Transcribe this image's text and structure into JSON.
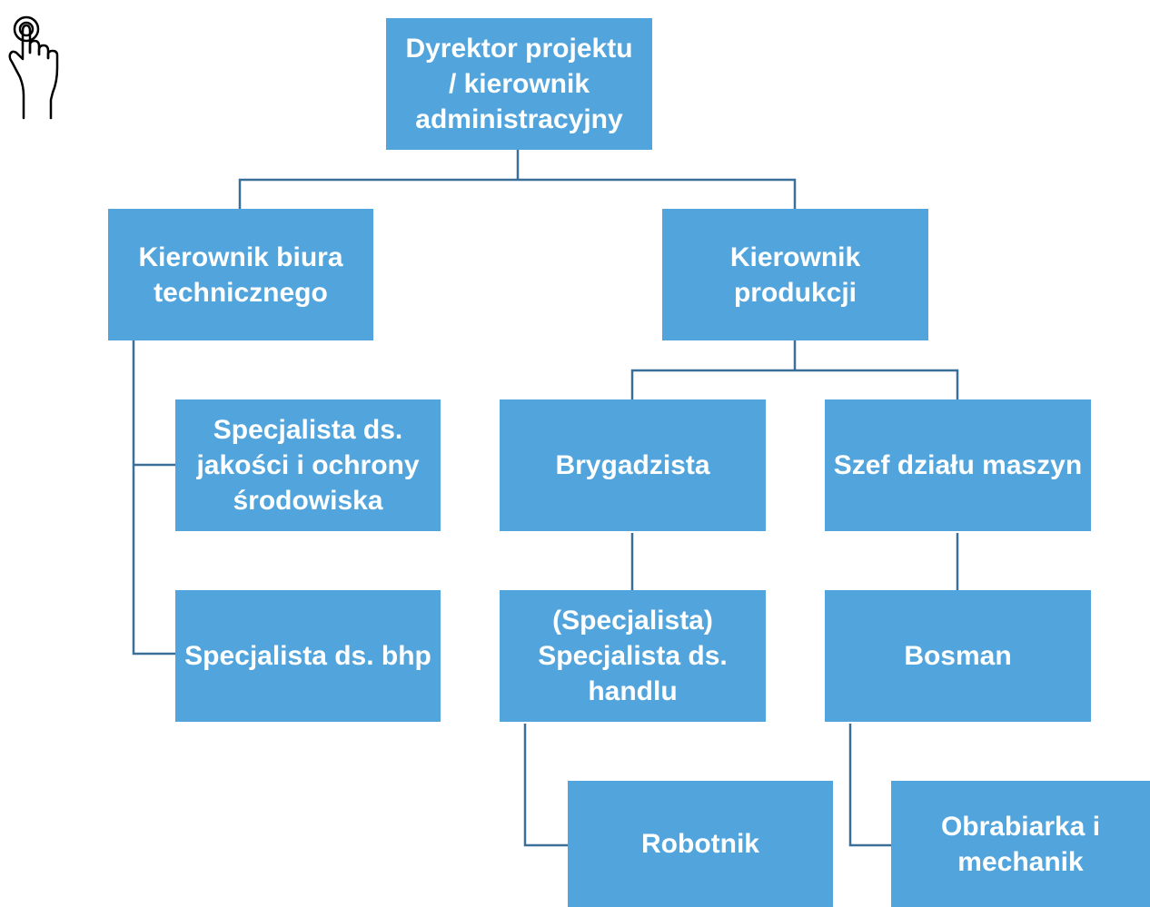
{
  "diagram": {
    "type": "org-chart",
    "colors": {
      "box_fill": "#52a5dc",
      "box_text": "#ffffff",
      "connector": "#3a6f98"
    },
    "icon": "pointing-hand-icon",
    "nodes": {
      "director": "Dyrektor projektu\n/ kierownik\nadministracyjny",
      "tech_office": "Kierownik biura\ntechnicznego",
      "production": "Kierownik\nprodukcji",
      "quality": "Specjalista ds.\njakości i ochrony\nśrodowiska",
      "bhp": "Specjalista ds. bhp",
      "foreman": "Brygadzista",
      "machinery": "Szef działu maszyn",
      "trade": "(Specjalista)\nSpecjalista ds.\nhandlu",
      "boatswain": "Bosman",
      "worker": "Robotnik",
      "machinist": "Obrabiarka i\nmechanik"
    }
  }
}
